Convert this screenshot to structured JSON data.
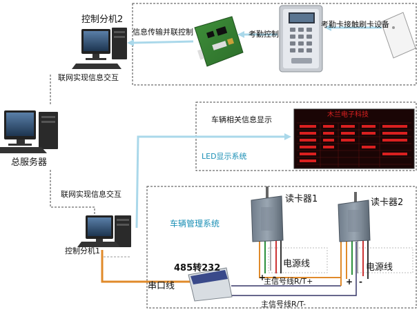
{
  "labels": {
    "control_unit_2": "控制分机2",
    "control_unit_1": "控制分机1",
    "main_server": "总服务器",
    "network_exchange_top": "联网实现信息交互",
    "network_exchange_bottom": "联网实现信息交互",
    "info_transfer": "信息传输并联控制",
    "attendance_control": "考勤控制",
    "attendance_card": "考勤卡接触刷卡设备",
    "vehicle_info_display": "车辆相关信息显示",
    "led_system": "LED显示系统",
    "vehicle_mgmt_system": "车辆管理系统",
    "reader_1": "读卡器1",
    "reader_2": "读卡器2",
    "power_line_1": "电源线",
    "power_line_2": "电源线",
    "converter": "485转232",
    "serial_line": "串口线",
    "signal_line_plus": "主信号线R/T+",
    "signal_line_minus": "主信号线R/T-",
    "plus_1": "+",
    "minus_1": "-",
    "plus_2": "+",
    "minus_2": "-"
  },
  "led_board": {
    "title": "木兰电子科技"
  },
  "colors": {
    "blue_link": "#aad8ea",
    "orange_line": "#e08a2a",
    "signal_line": "#333366",
    "dashed_box": "#444444",
    "led_red": "#d92020"
  }
}
